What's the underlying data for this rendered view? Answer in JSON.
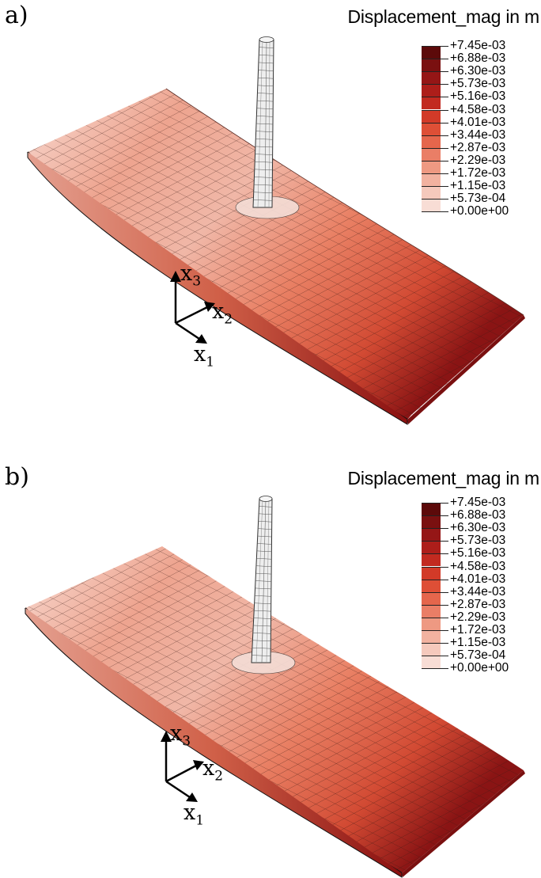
{
  "panels": [
    {
      "letter": "a)",
      "legend_title": "Displacement_mag in m",
      "axes": {
        "x1": "x",
        "x1_sub": "1",
        "x2": "x",
        "x2_sub": "2",
        "x3": "x",
        "x3_sub": "3"
      }
    },
    {
      "letter": "b)",
      "legend_title": "Displacement_mag in m",
      "axes": {
        "x1": "x",
        "x1_sub": "1",
        "x2": "x",
        "x2_sub": "2",
        "x3": "x",
        "x3_sub": "3"
      }
    }
  ],
  "legend_levels": [
    {
      "label": "+7.45e-03",
      "color": "#5c0a0a"
    },
    {
      "label": "+6.88e-03",
      "color": "#7a1010"
    },
    {
      "label": "+6.30e-03",
      "color": "#951616"
    },
    {
      "label": "+5.73e-03",
      "color": "#ad1e1a"
    },
    {
      "label": "+5.16e-03",
      "color": "#c22a20"
    },
    {
      "label": "+4.58e-03",
      "color": "#d23a28"
    },
    {
      "label": "+4.01e-03",
      "color": "#de4f36"
    },
    {
      "label": "+3.44e-03",
      "color": "#e5664c"
    },
    {
      "label": "+2.87e-03",
      "color": "#ea7e66"
    },
    {
      "label": "+2.29e-03",
      "color": "#ee9982"
    },
    {
      "label": "+1.72e-03",
      "color": "#f2b2a0"
    },
    {
      "label": "+1.15e-03",
      "color": "#f5c9bc"
    },
    {
      "label": "+5.73e-04",
      "color": "#f8ddd5"
    },
    {
      "label": "+0.00e+00",
      "color": "#fcf0ec"
    }
  ]
}
